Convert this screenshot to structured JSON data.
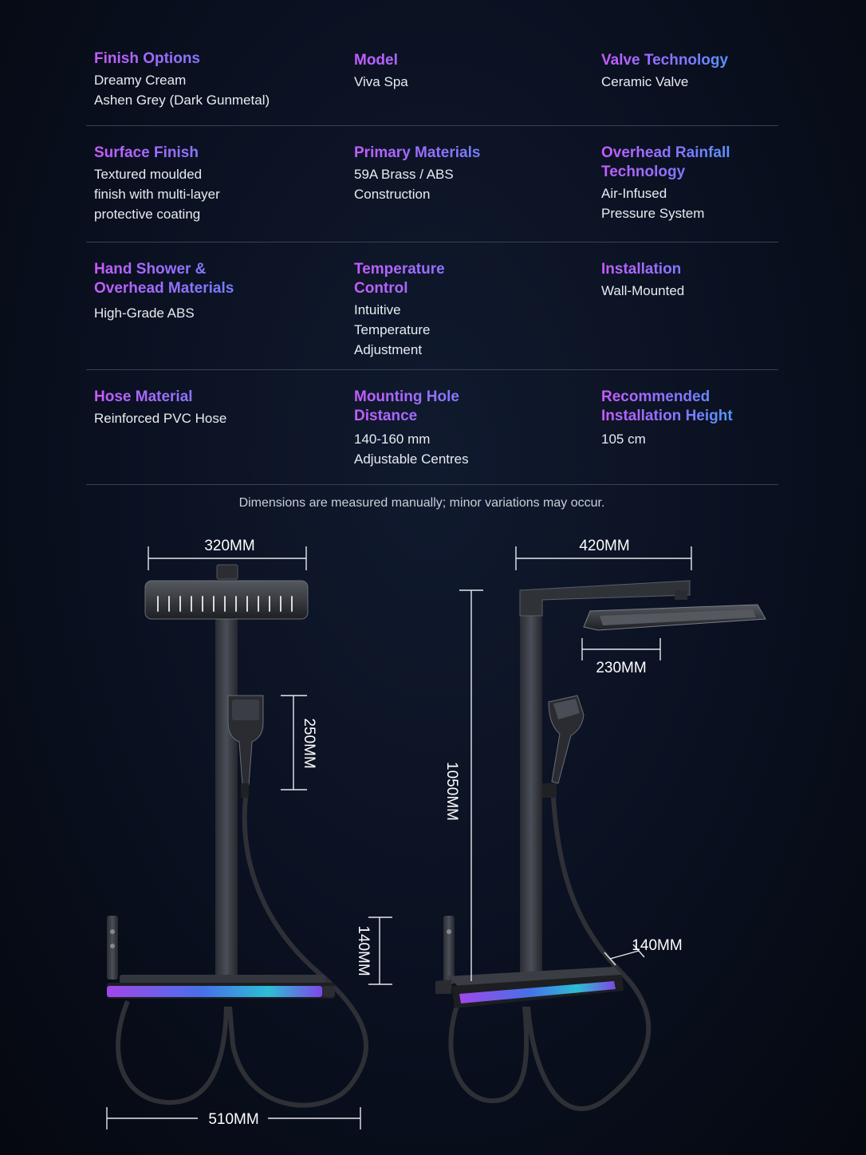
{
  "specs": [
    [
      {
        "label": "Finish Options",
        "value": "Dreamy Cream\nAshen Grey (Dark Gunmetal)"
      },
      {
        "label": "Model",
        "value": "Viva Spa"
      },
      {
        "label": "Valve Technology",
        "value": "Ceramic Valve"
      }
    ],
    [
      {
        "label": "Surface Finish",
        "value": "Textured moulded\nfinish with multi-layer\nprotective coating"
      },
      {
        "label": "Primary Materials",
        "value": "59A Brass / ABS\nConstruction"
      },
      {
        "label": "Overhead Rainfall\nTechnology",
        "value": "Air-Infused\nPressure System"
      }
    ],
    [
      {
        "label": "Hand Shower &\nOverhead Materials",
        "value": "High-Grade ABS"
      },
      {
        "label": "Temperature\nControl",
        "value": "Intuitive\nTemperature\nAdjustment"
      },
      {
        "label": "Installation",
        "value": "Wall-Mounted"
      }
    ],
    [
      {
        "label": "Hose Material",
        "value": "Reinforced PVC Hose"
      },
      {
        "label": "Mounting Hole\nDistance",
        "value": "140-160 mm\nAdjustable Centres"
      },
      {
        "label": "Recommended\nInstallation Height",
        "value": "105 cm"
      }
    ]
  ],
  "note": "Dimensions are measured manually; minor variations may occur.",
  "dimensions": {
    "front_head_width": "320MM",
    "front_handshower_height": "250MM",
    "front_hole_spacing": "140MM",
    "front_base_width": "510MM",
    "side_arm_length": "420MM",
    "side_head_depth": "230MM",
    "side_height": "1050MM",
    "side_hole_spacing": "140MM"
  },
  "colors": {
    "label_gradient_start": "#c65cff",
    "label_gradient_mid": "#7a7bff",
    "label_gradient_end": "#2fb6ff",
    "product_metal": "#3a3d44"
  }
}
